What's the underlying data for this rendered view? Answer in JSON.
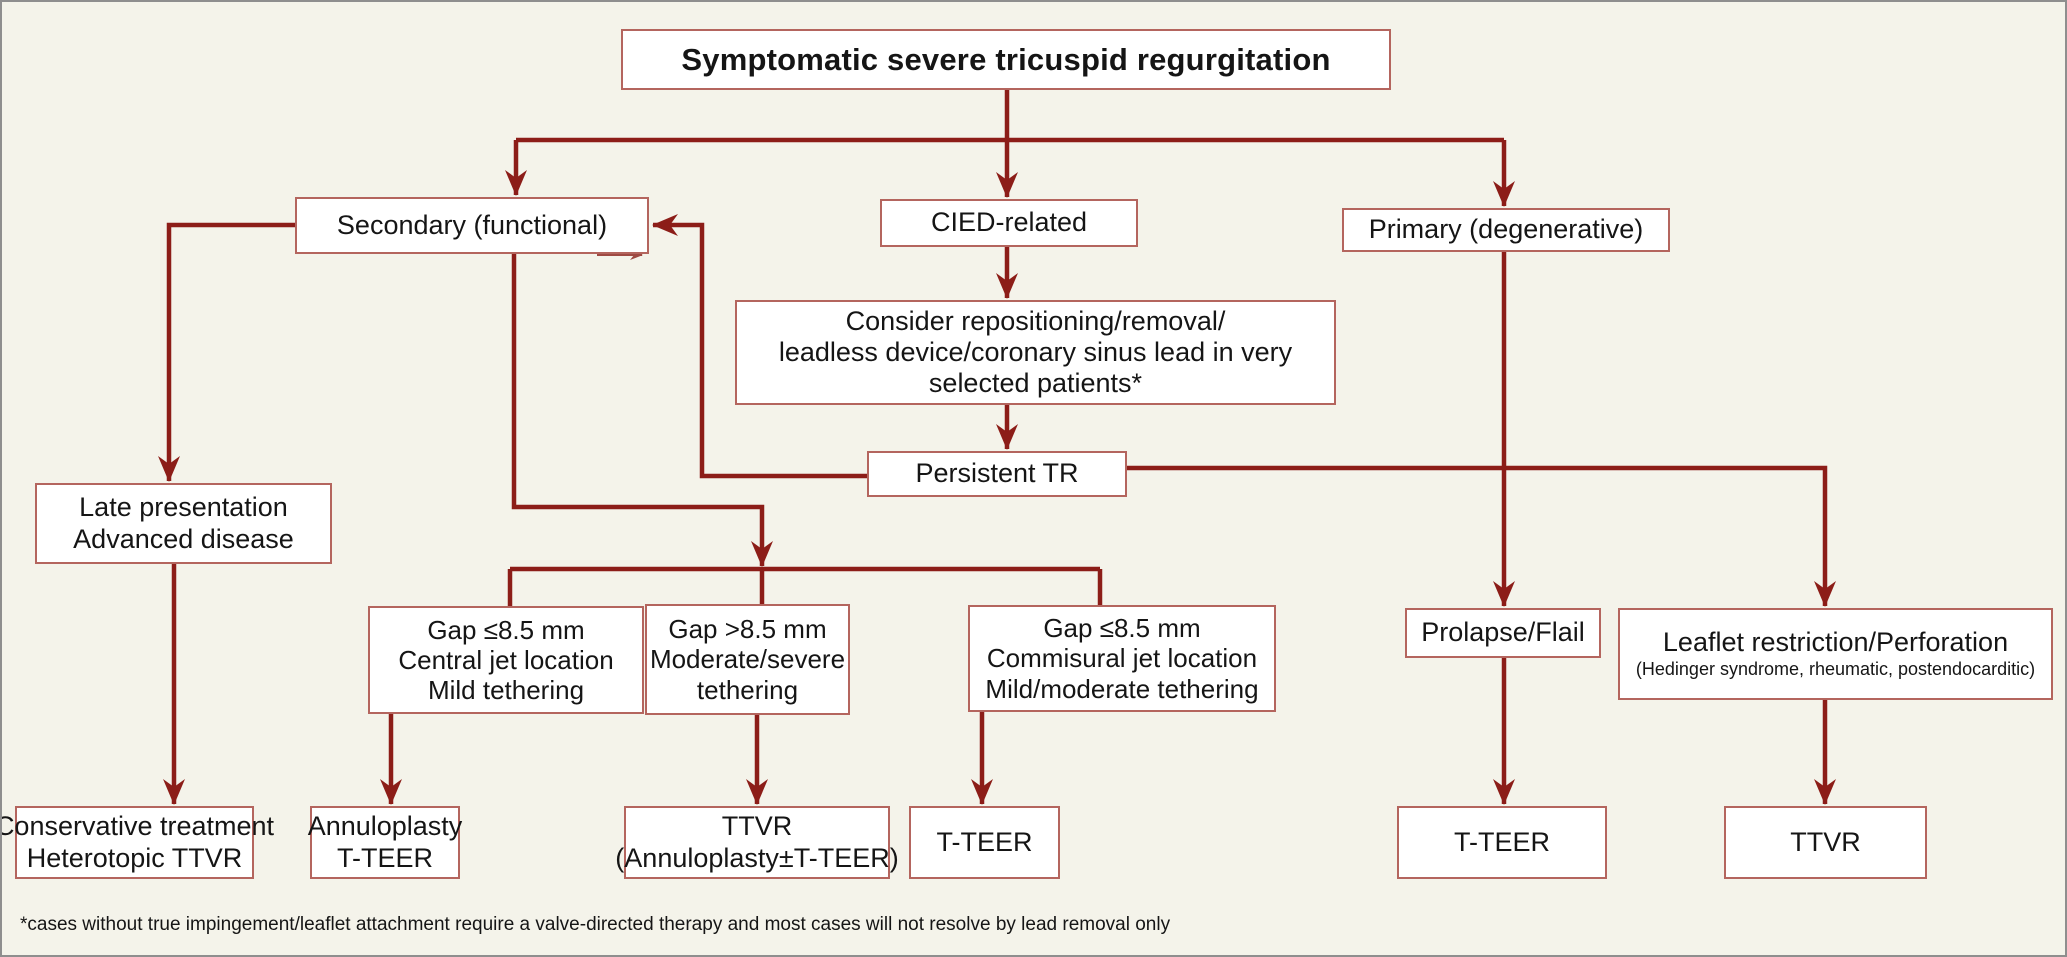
{
  "figure": {
    "background_color": "#f4f3ea",
    "connector_color": "#8c1d18",
    "box_border_color": "#b4655e",
    "text_color": "#151515",
    "nodes": {
      "title": {
        "label": "Symptomatic severe tricuspid regurgitation"
      },
      "secondary": {
        "label": "Secondary (functional)"
      },
      "cied": {
        "label": "CIED-related"
      },
      "primary": {
        "label": "Primary (degenerative)"
      },
      "consider": {
        "lines": [
          "Consider repositioning/removal/",
          "leadless device/coronary sinus lead in very",
          "selected patients*"
        ]
      },
      "persistent_tr": {
        "label": "Persistent TR"
      },
      "late_presentation": {
        "lines": [
          "Late presentation",
          "Advanced disease"
        ]
      },
      "gap_central": {
        "lines": [
          "Gap ≤8.5 mm",
          "Central jet location",
          "Mild tethering"
        ]
      },
      "gap_moderate": {
        "lines": [
          "Gap >8.5 mm",
          "Moderate/severe",
          "tethering"
        ]
      },
      "gap_commisural": {
        "lines": [
          "Gap ≤8.5 mm",
          "Commisural jet location",
          "Mild/moderate tethering"
        ]
      },
      "prolapse": {
        "label": "Prolapse/Flail"
      },
      "leaflet_restriction": {
        "label": "Leaflet restriction/Perforation",
        "sublabel": "(Hedinger syndrome, rheumatic, postendocarditic)"
      },
      "conservative": {
        "lines": [
          "Conservative treatment",
          "Heterotopic TTVR"
        ]
      },
      "annuloplasty_tteer": {
        "lines": [
          "Annuloplasty",
          "T-TEER"
        ]
      },
      "ttvr_annuloplasty": {
        "lines": [
          "TTVR",
          "(Annuloplasty±T-TEER)"
        ]
      },
      "tteer_mid": {
        "label": "T-TEER"
      },
      "tteer_right": {
        "label": "T-TEER"
      },
      "ttvr_right": {
        "label": "TTVR"
      }
    },
    "footnote": "*cases without true impingement/leaflet attachment require a valve-directed therapy and most cases will not resolve by lead removal only"
  }
}
